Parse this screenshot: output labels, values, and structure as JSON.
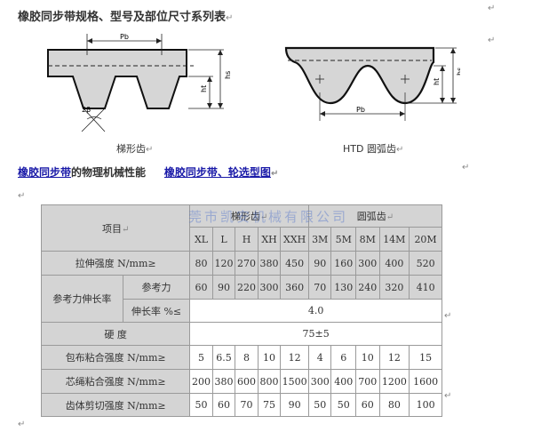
{
  "title": "橡胶同步带规格、型号及部位尺寸系列表",
  "para_mark": "↵",
  "paragraph_mark_right": "↵",
  "diagrams": {
    "trapezoid": {
      "caption": "梯形齿",
      "labels": {
        "pb": "Pb",
        "ht": "ht",
        "hs": "hs",
        "angle": "2β"
      }
    },
    "htd": {
      "caption": "HTD 圆弧齿",
      "labels": {
        "pb": "Pb",
        "ht": "ht",
        "hs": "hs"
      }
    }
  },
  "links": {
    "link1": "橡胶同步带",
    "text1": "的物理机械性能",
    "link2": "橡胶同步带、轮选型图"
  },
  "watermark": "莞市凯安机械有限公司",
  "table": {
    "header": {
      "item": "项目",
      "trap": "梯形齿",
      "arc": "圆弧齿",
      "types": [
        "XL",
        "L",
        "H",
        "XH",
        "XXH",
        "3M",
        "5M",
        "8M",
        "14M",
        "20M"
      ]
    },
    "rows": {
      "tensile": {
        "label": "拉伸强度 N/mm≥",
        "values": [
          "80",
          "120",
          "270",
          "380",
          "450",
          "90",
          "160",
          "300",
          "400",
          "520"
        ]
      },
      "ref_group": "参考力伸长率",
      "ref_force": {
        "label": "参考力",
        "values": [
          "60",
          "90",
          "220",
          "300",
          "360",
          "70",
          "130",
          "240",
          "320",
          "410"
        ]
      },
      "elongation": {
        "label": "伸长率 %≤",
        "value": "4.0"
      },
      "hardness": {
        "label": "硬  度",
        "value": "75±5"
      },
      "cloth": {
        "label": "包布粘合强度 N/mm≥",
        "values": [
          "5",
          "6.5",
          "8",
          "10",
          "12",
          "4",
          "6",
          "10",
          "12",
          "15"
        ]
      },
      "cord": {
        "label": "芯绳粘合强度 N/mm≥",
        "values": [
          "200",
          "380",
          "600",
          "800",
          "1500",
          "300",
          "400",
          "700",
          "1200",
          "1600"
        ]
      },
      "shear": {
        "label": "齿体剪切强度 N/mm≥",
        "values": [
          "50",
          "60",
          "70",
          "75",
          "90",
          "50",
          "50",
          "60",
          "80",
          "100"
        ]
      }
    }
  }
}
